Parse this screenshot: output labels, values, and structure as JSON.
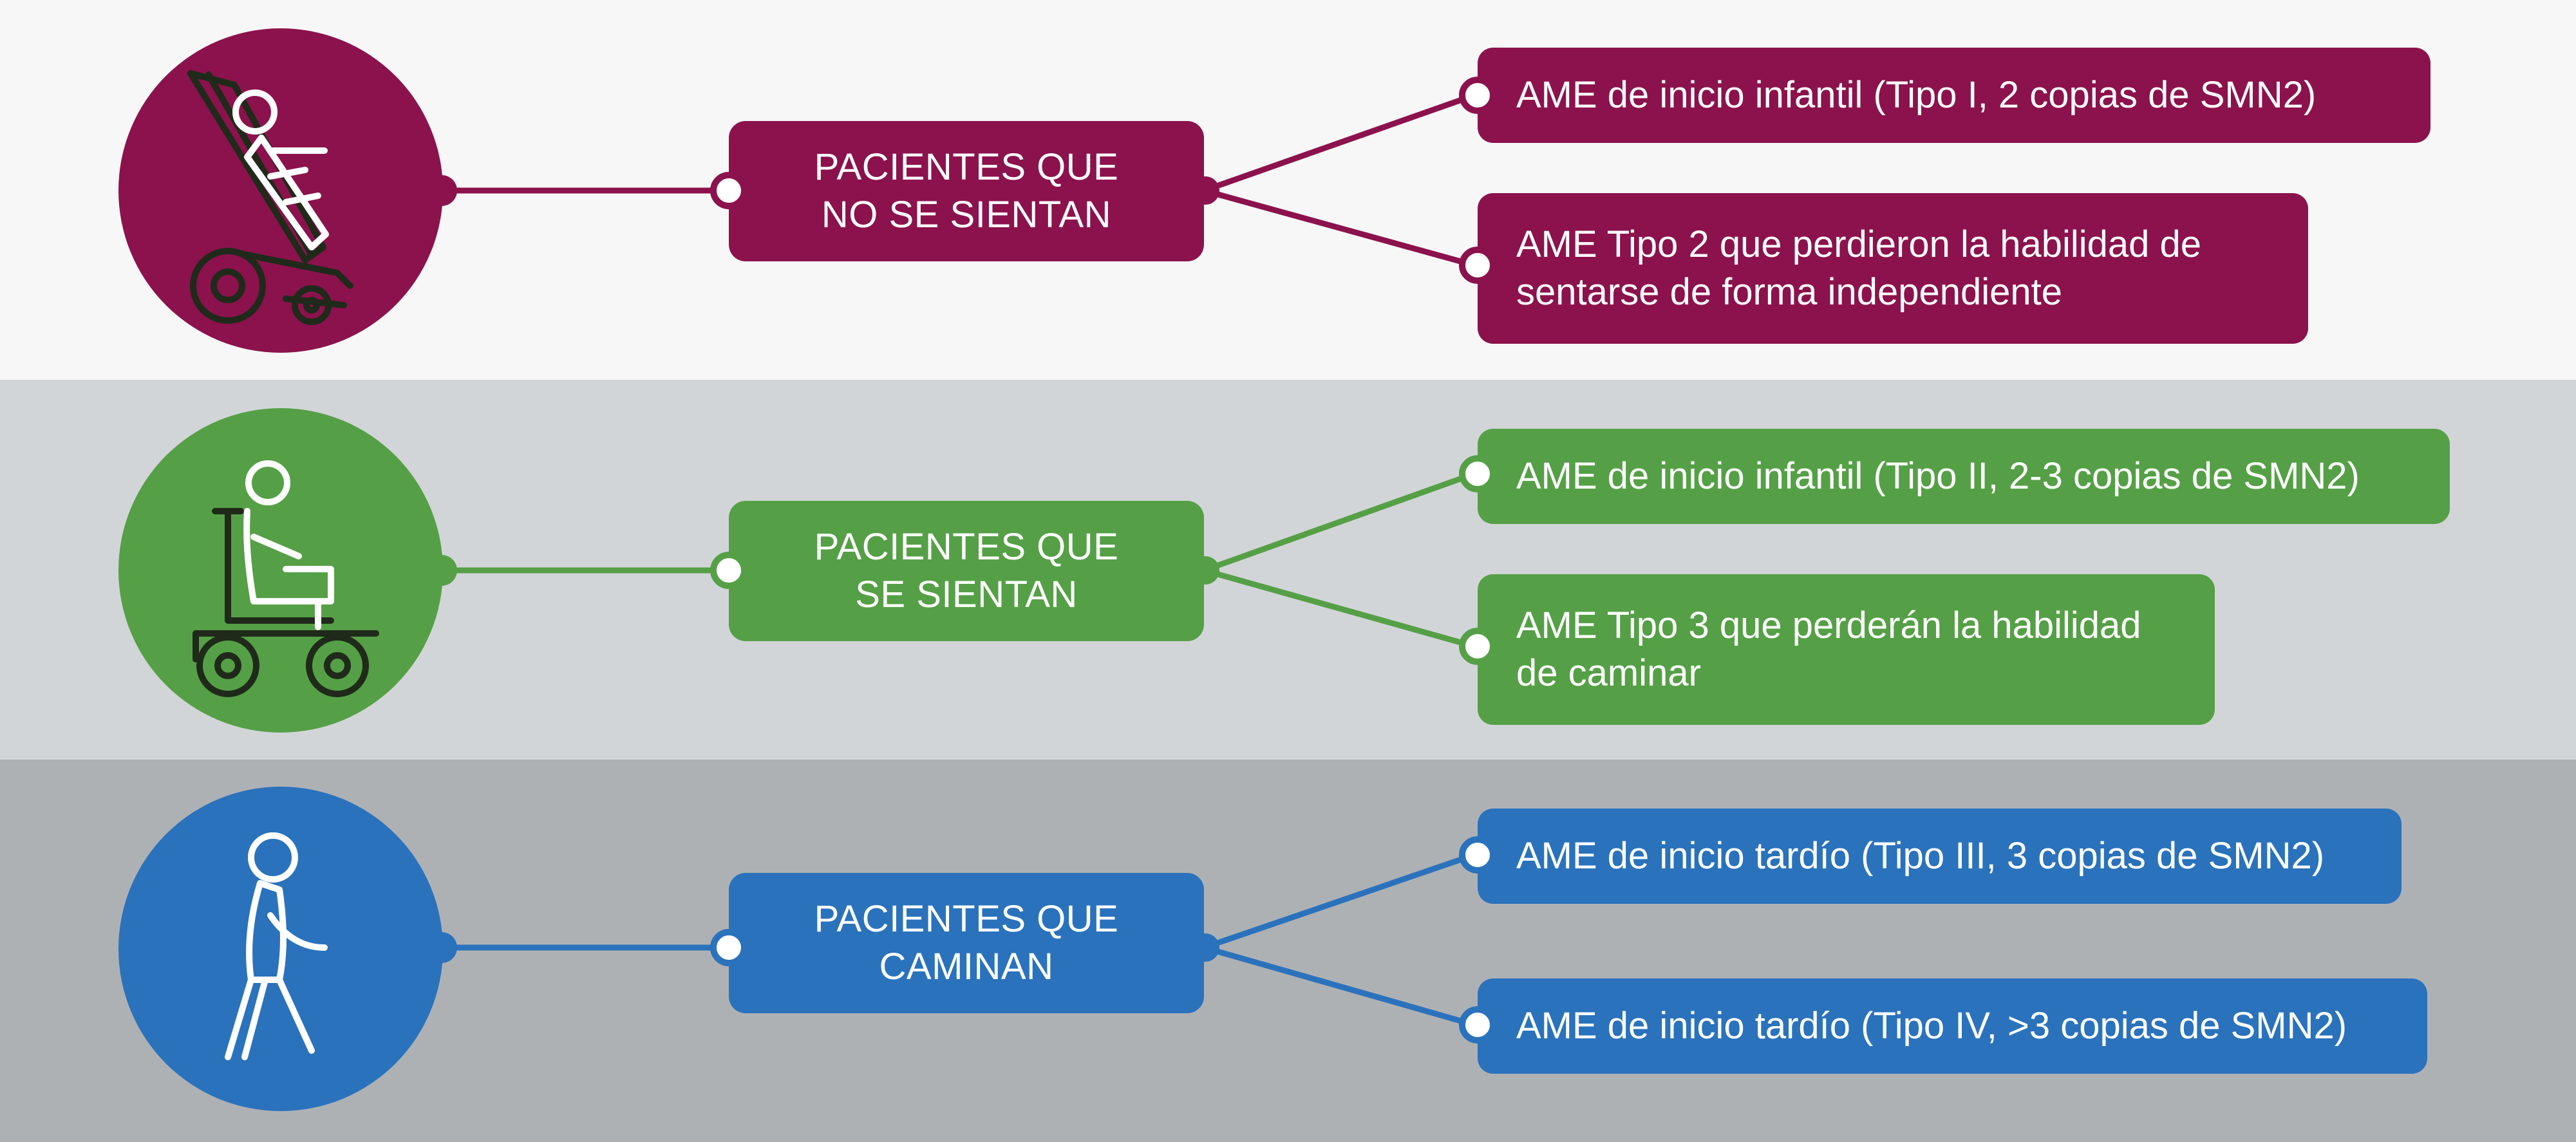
{
  "colors": {
    "band_1_bg": "#f7f7f7",
    "band_2_bg": "#d2d5d8",
    "band_3_bg": "#aeb1b4",
    "group_1": "#8b124c",
    "group_2": "#55a046",
    "group_3": "#2a72bc",
    "icon_dark": "#1f2a1a",
    "dot_fill": "#ffffff"
  },
  "groups": [
    {
      "icon": "stretcher-patient-icon",
      "center_label": "PACIENTES QUE\nNO SE SIENTAN",
      "leaves": [
        "AME de inicio infantil (Tipo I, 2 copias de SMN2)",
        "AME Tipo 2 que perdieron la habilidad de\nsentarse de forma independiente"
      ]
    },
    {
      "icon": "wheelchair-patient-icon",
      "center_label": "PACIENTES QUE\nSE SIENTAN",
      "leaves": [
        "AME de inicio infantil (Tipo II, 2-3 copias de SMN2)",
        "AME Tipo 3 que perderán la habilidad\nde caminar"
      ]
    },
    {
      "icon": "walking-person-icon",
      "center_label": "PACIENTES QUE\nCAMINAN",
      "leaves": [
        "AME de inicio tardío (Tipo III, 3 copias de SMN2)",
        "AME de inicio tardío (Tipo IV, >3 copias de SMN2)"
      ]
    }
  ]
}
